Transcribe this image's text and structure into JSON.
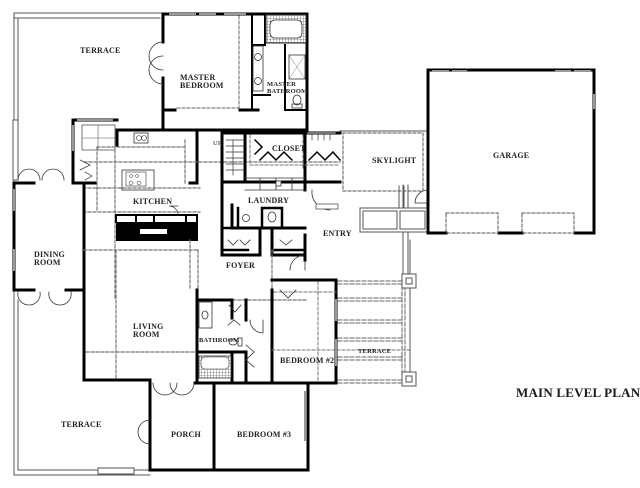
{
  "plan": {
    "title": "MAIN LEVEL PLAN",
    "colors": {
      "wall": "#000000",
      "thin_line": "#555555",
      "dashed": "#666666",
      "window": "#999999",
      "background": "#ffffff"
    },
    "rooms": {
      "terrace_north": "TERRACE",
      "master_bedroom_l1": "MASTER",
      "master_bedroom_l2": "BEDROOM",
      "master_bathroom_l1": "MASTER",
      "master_bathroom_l2": "BATHROOM",
      "closet": "CLOSET",
      "skylight": "SKYLIGHT",
      "garage": "GARAGE",
      "kitchen": "KITCHEN",
      "laundry": "LAUNDRY",
      "entry": "ENTRY",
      "dining_room_l1": "DINING",
      "dining_room_l2": "ROOM",
      "foyer": "FOYER",
      "living_room_l1": "LIVING",
      "living_room_l2": "ROOM",
      "bathroom": "BATHROOM",
      "bedroom_2": "BEDROOM #2",
      "terrace_east": "TERRACE",
      "terrace_south": "TERRACE",
      "porch": "PORCH",
      "bedroom_3": "BEDROOM #3",
      "stair_up": "UP"
    }
  }
}
